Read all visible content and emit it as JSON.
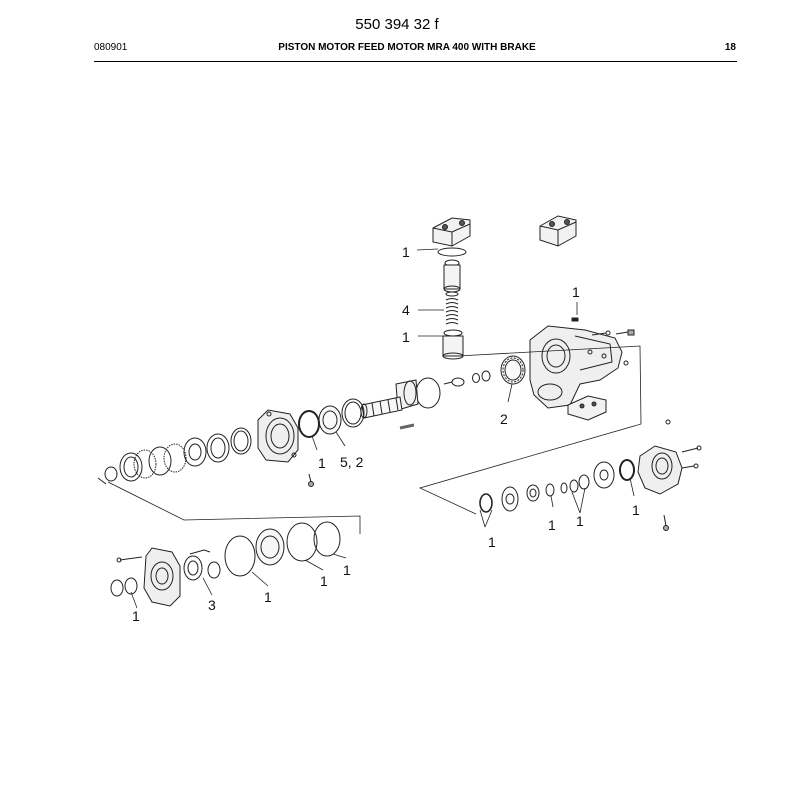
{
  "header": {
    "doc_number": "550 394 32 f",
    "date_code": "080901",
    "title": "PISTON MOTOR FEED MOTOR MRA 400 WITH BRAKE",
    "page": "18"
  },
  "callouts": [
    "1",
    "4",
    "1",
    "1",
    "2",
    "1",
    "5, 2",
    "1",
    "1",
    "1",
    "1",
    "1",
    "1",
    "1",
    "3",
    "1"
  ]
}
